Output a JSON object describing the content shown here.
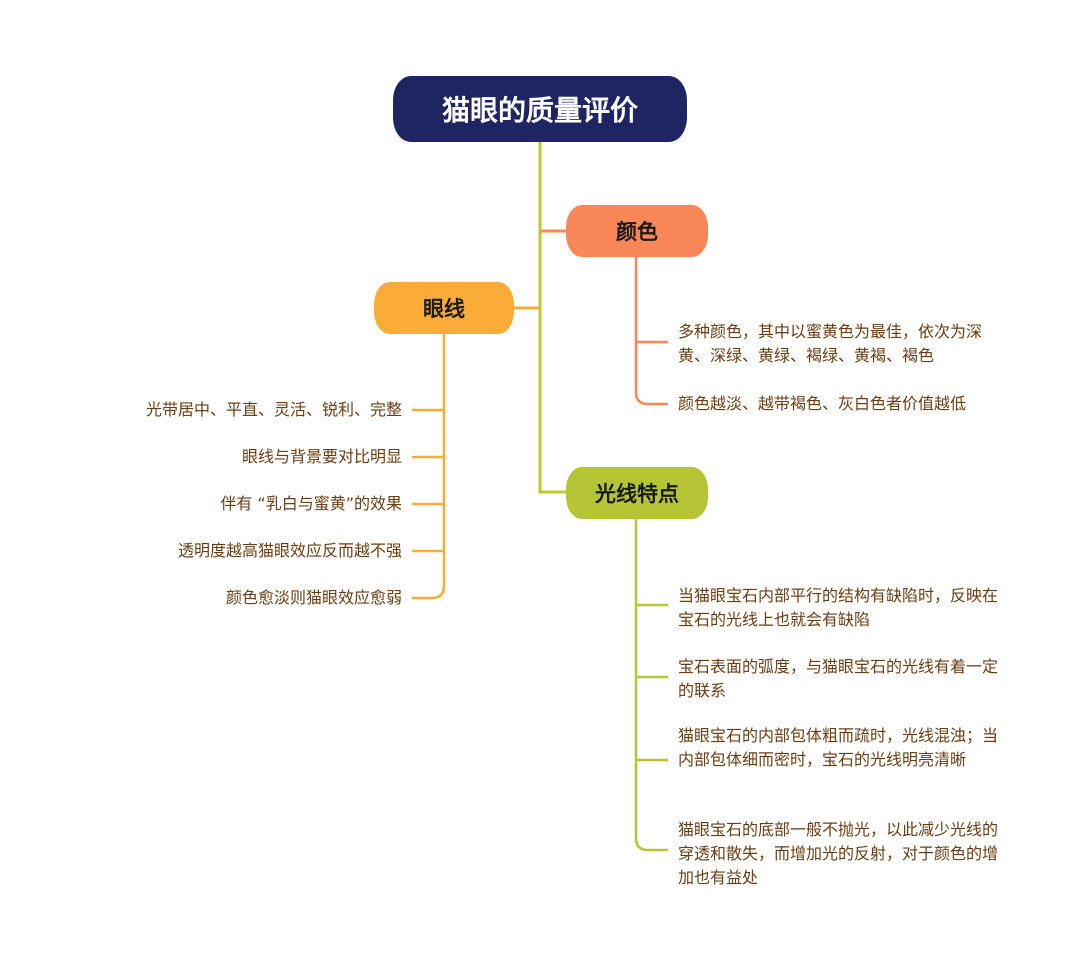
{
  "root": {
    "title": "猫眼的质量评价"
  },
  "colors": {
    "root": "#1f2563",
    "color_branch": "#f98758",
    "eyeline_branch": "#fbab37",
    "light_branch": "#b5c535",
    "leaf_text": "#6b3d12"
  },
  "branches": {
    "color": {
      "title": "颜色",
      "items": [
        "多种颜色，其中以蜜黄色为最佳，依次为深黄、深绿、黄绿、褐绿、黄褐、褐色",
        "颜色越淡、越带褐色、灰白色者价值越低"
      ]
    },
    "eyeline": {
      "title": "眼线",
      "items": [
        "光带居中、平直、灵活、锐利、完整",
        "眼线与背景要对比明显",
        "伴有 “乳白与蜜黄”的效果",
        "透明度越高猫眼效应反而越不强",
        "颜色愈淡则猫眼效应愈弱"
      ]
    },
    "light": {
      "title": "光线特点",
      "items": [
        "当猫眼宝石内部平行的结构有缺陷时，反映在宝石的光线上也就会有缺陷",
        "宝石表面的弧度，与猫眼宝石的光线有着一定的联系",
        "猫眼宝石的内部包体粗而疏时，光线混浊；当内部包体细而密时，宝石的光线明亮清晰",
        "猫眼宝石的底部一般不抛光，以此减少光线的穿透和散失，而增加光的反射，对于颜色的增加也有益处"
      ]
    }
  }
}
